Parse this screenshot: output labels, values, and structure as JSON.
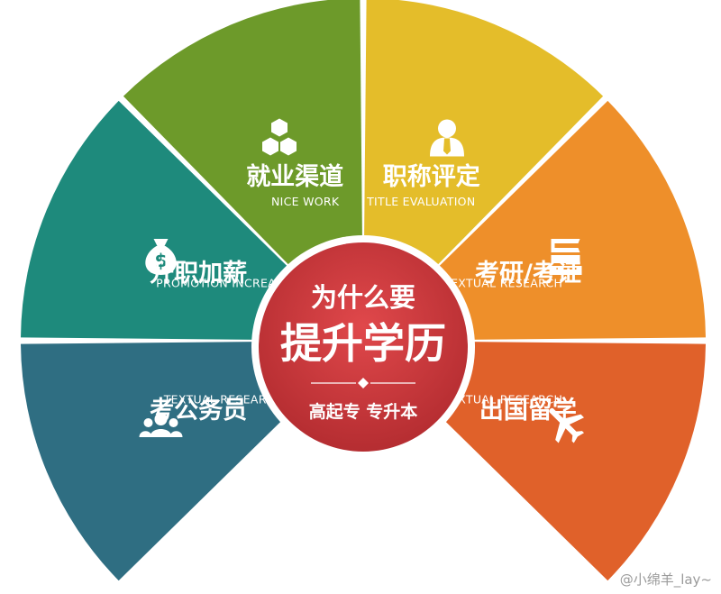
{
  "center": {
    "line1": "为什么要",
    "line2": "提升学历",
    "line3": "高起专  专升本",
    "color": "#c8393c"
  },
  "segments": [
    {
      "id": "civil-service",
      "title": "考公务员",
      "subtitle": "TEXTUAL RESEARCH",
      "color": "#2f6e82",
      "icon": "people-icon"
    },
    {
      "id": "promotion",
      "title": "升职加薪",
      "subtitle": "PROMOTION INCREASE",
      "color": "#1e8a7c",
      "icon": "money-bag-icon"
    },
    {
      "id": "employment",
      "title": "就业渠道",
      "subtitle": "NICE WORK",
      "color": "#6d9a2a",
      "icon": "hexagons-icon"
    },
    {
      "id": "title-evaluation",
      "title": "职称评定",
      "subtitle": "TITLE EVALUATION",
      "color": "#e4bd2a",
      "icon": "person-tie-icon"
    },
    {
      "id": "postgrad-exam",
      "title": "考研/考证",
      "subtitle": "TEXTUAL RESEARCH",
      "color": "#ee8f2a",
      "icon": "books-icon"
    },
    {
      "id": "study-abroad",
      "title": "出国留学",
      "subtitle": "TEXTUAL RESEARCH",
      "color": "#e0612a",
      "icon": "airplane-icon"
    }
  ],
  "watermark": "@小绵羊_lay~"
}
